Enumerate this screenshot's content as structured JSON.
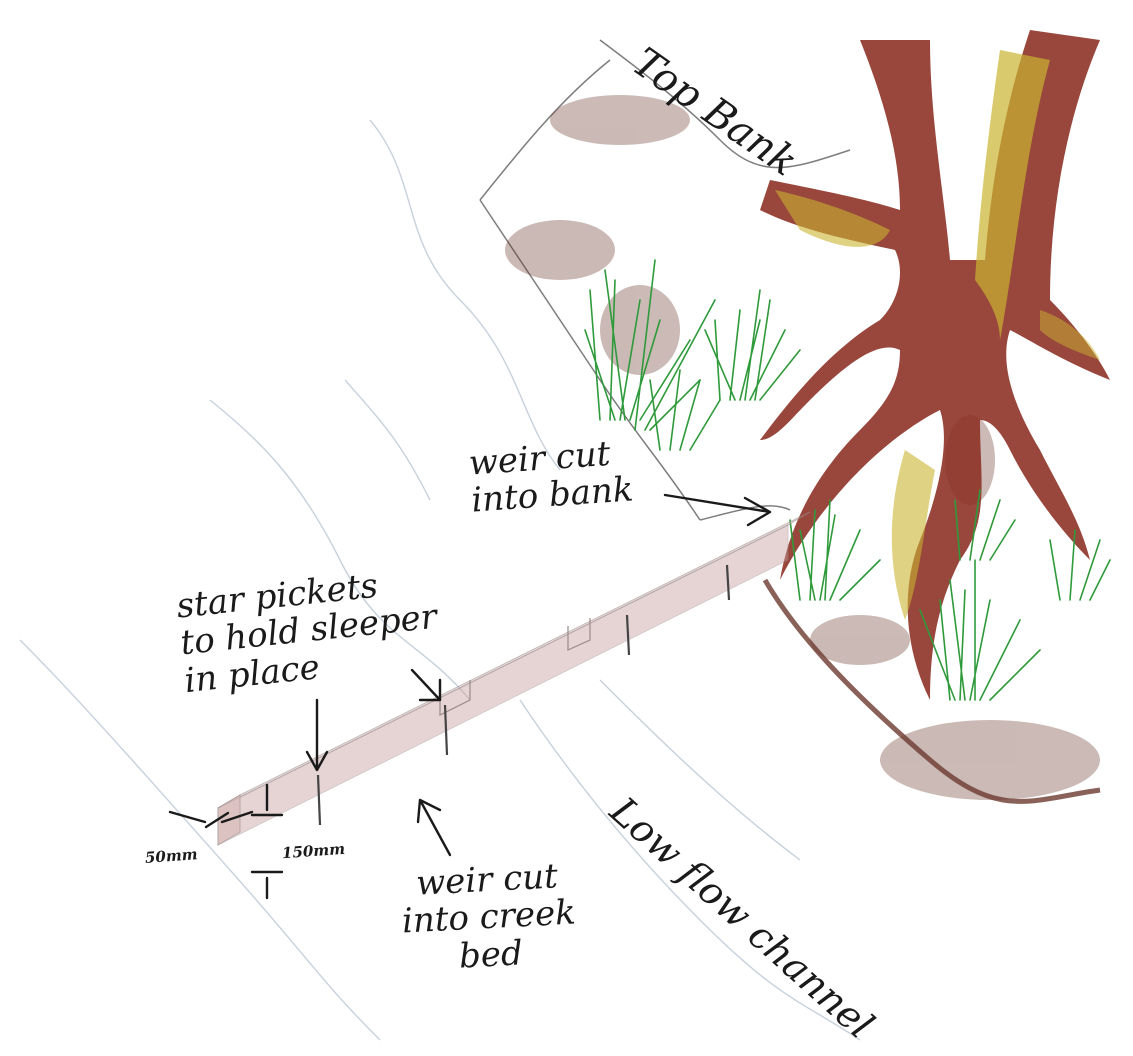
{
  "labels": {
    "top_bank": "Top Bank",
    "weir_bank": "weir cut\ninto bank",
    "star_pickets": "star pickets\nto hold sleeper\nin place",
    "weir_creek": "weir cut\ninto creek\nbed",
    "low_flow": "Low flow channel",
    "dim_50": "50mm",
    "dim_150": "150mm"
  },
  "colors": {
    "trunk": "#8b2e22",
    "trunk_highlight": "#c9b431",
    "grass": "#2e9a3a",
    "soil": "#6b3a2e",
    "pencil": "#8a8a8a",
    "water_line": "#9ab3cf",
    "sleeper": "#c9a0a0",
    "ink": "#1a1a1a"
  }
}
